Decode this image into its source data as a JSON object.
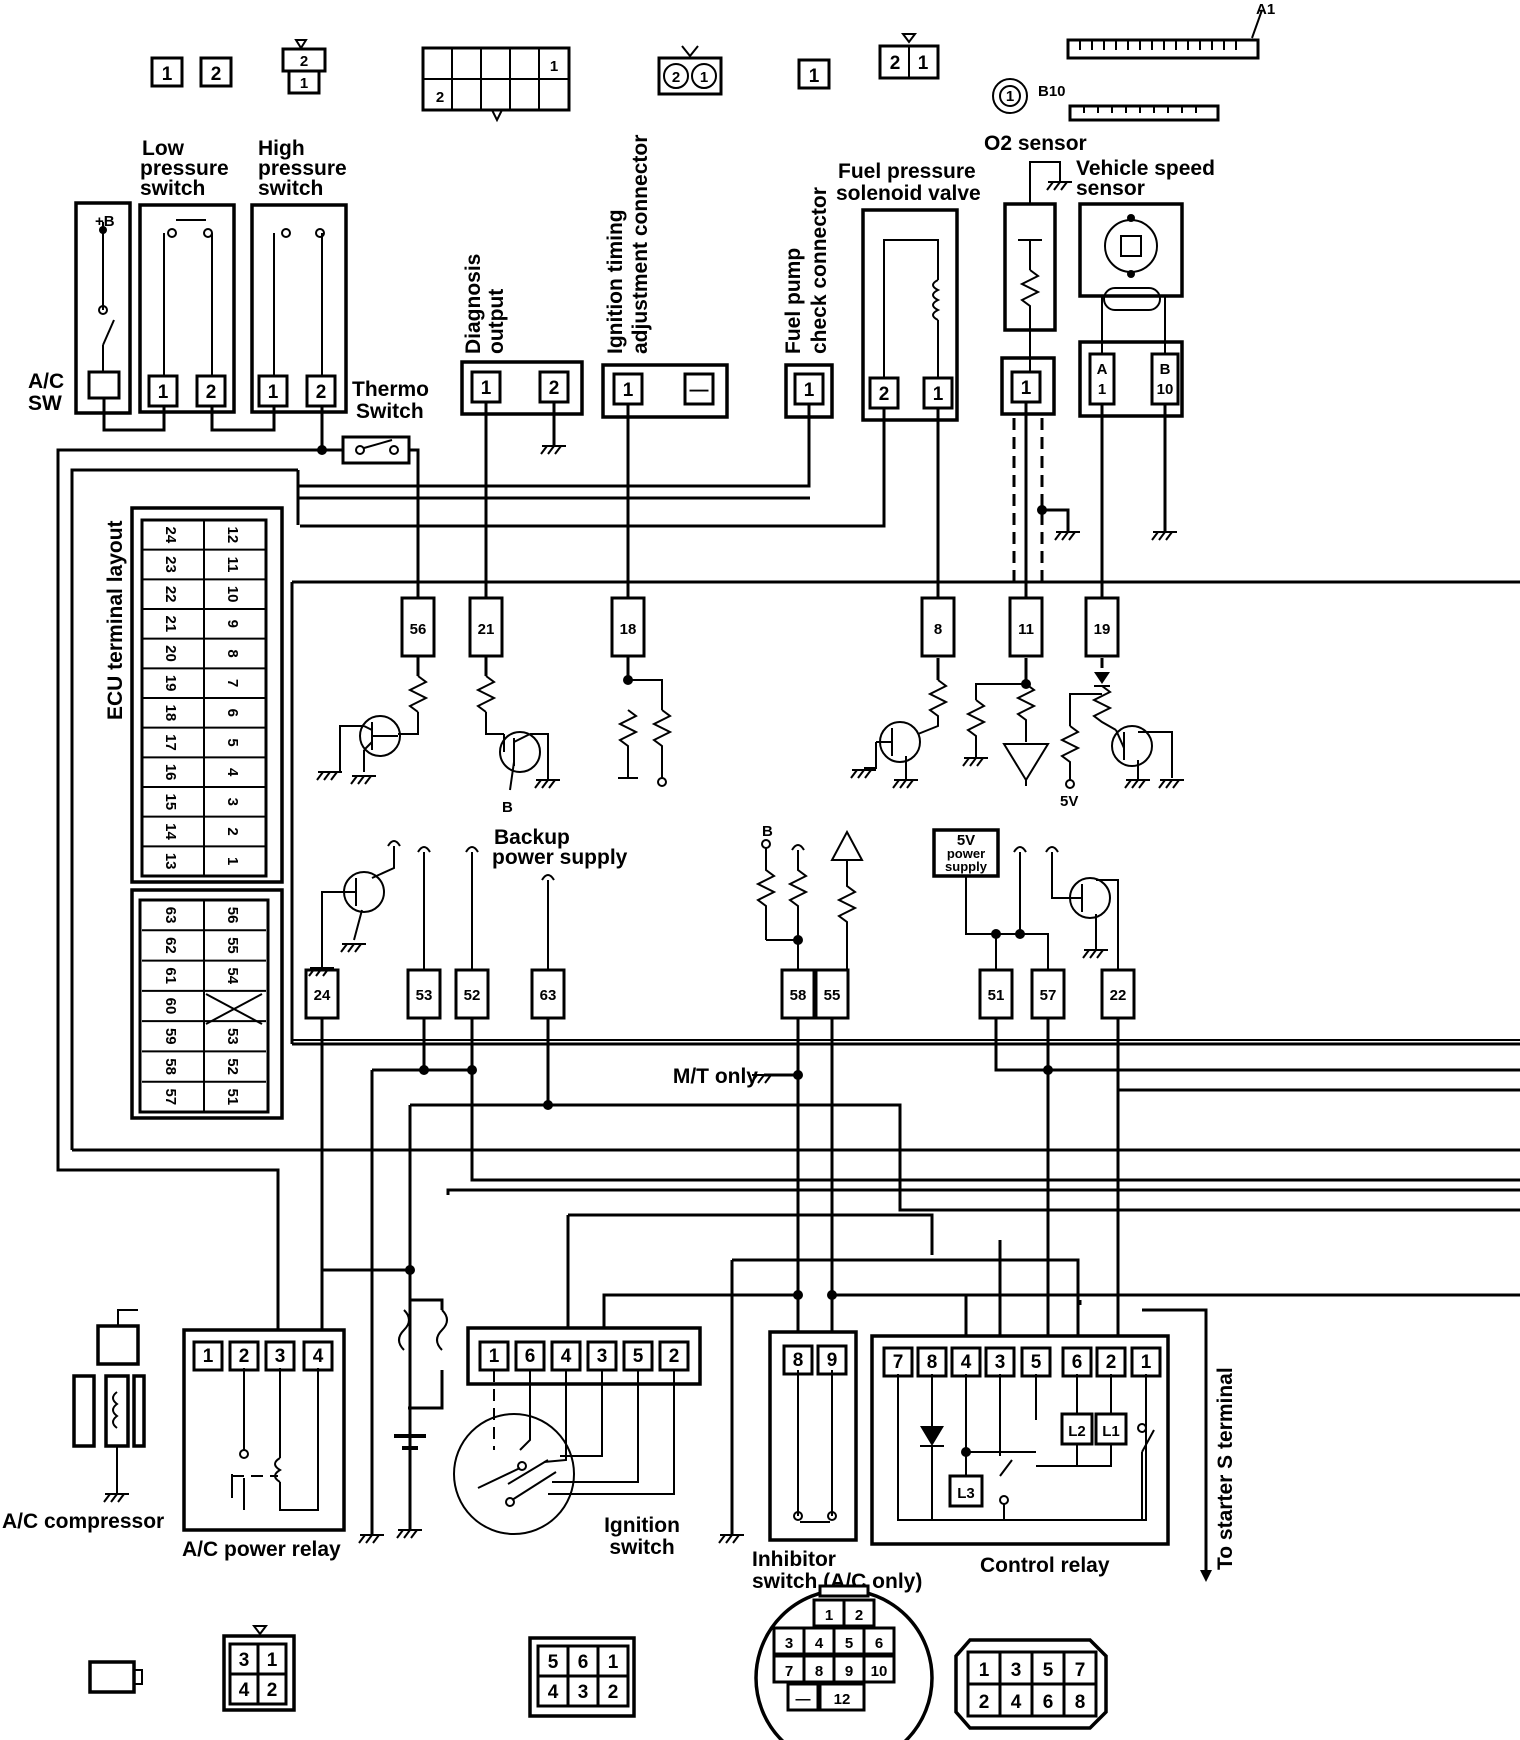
{
  "labels": {
    "a1": "A1",
    "b10": "B10",
    "o2_sensor": "O2 sensor",
    "vehicle_speed_sensor": [
      "Vehicle speed",
      "sensor"
    ],
    "fuel_pressure_solenoid": [
      "Fuel pressure",
      "solenoid valve"
    ],
    "fuel_pump_check": [
      "Fuel pump",
      "check connector"
    ],
    "ignition_timing": [
      "Ignition timing",
      "adjustment connector"
    ],
    "diagnosis_output": [
      "Diagnosis",
      "output"
    ],
    "low_pressure_switch": [
      "Low",
      "pressure",
      "switch"
    ],
    "high_pressure_switch": [
      "High",
      "pressure",
      "switch"
    ],
    "ac_sw": [
      "A/C",
      "SW"
    ],
    "thermo_switch": [
      "Thermo",
      "Switch"
    ],
    "ecu_terminal_layout": "ECU terminal layout",
    "backup_power_supply": [
      "Backup",
      "power supply"
    ],
    "mt_only": "M/T only",
    "five_v_power_supply": [
      "5V",
      "power",
      "supply"
    ],
    "five_v": "5V",
    "b_supply": "B",
    "plus_b": "+B",
    "ac_compressor": "A/C compressor",
    "ac_power_relay": "A/C power relay",
    "ignition_switch": [
      "Ignition",
      "switch"
    ],
    "inhibitor_switch": [
      "Inhibitor",
      "switch (A/C only)"
    ],
    "control_relay": "Control relay",
    "to_starter": "To starter S terminal",
    "l1": "L1",
    "l2": "L2",
    "l3": "L3"
  },
  "top_connectors": {
    "c1": "1",
    "c2": "2",
    "stack": [
      "2",
      "1"
    ],
    "big_left": "2",
    "big_right": "1",
    "round_pair": [
      "2",
      "1"
    ],
    "single": "1",
    "pair": [
      "2",
      "1"
    ],
    "o2_pin": "1"
  },
  "component_pins": {
    "ac_sw": "",
    "low_pressure": [
      "1",
      "2"
    ],
    "high_pressure": [
      "1",
      "2"
    ],
    "diagnosis": [
      "1",
      "2"
    ],
    "ignition_timing": [
      "1",
      "—"
    ],
    "fuel_pump": "1",
    "fuel_solenoid": [
      "2",
      "1"
    ],
    "o2": "1",
    "speed_sensor": [
      [
        "A",
        "1"
      ],
      [
        "B",
        "10"
      ]
    ]
  },
  "ecu_pins": {
    "row1": [
      "56",
      "21",
      "18",
      "8",
      "11",
      "19"
    ],
    "row2": [
      "24",
      "53",
      "52",
      "63",
      "58",
      "55",
      "51",
      "57",
      "22"
    ]
  },
  "ecu_layout_a": {
    "left": [
      "24",
      "23",
      "22",
      "21",
      "20",
      "19",
      "18",
      "17",
      "16",
      "15",
      "14",
      "13"
    ],
    "right": [
      "12",
      "11",
      "10",
      "9",
      "8",
      "7",
      "6",
      "5",
      "4",
      "3",
      "2",
      "1"
    ]
  },
  "ecu_layout_b": {
    "left": [
      "63",
      "62",
      "61",
      "60",
      "59",
      "58",
      "57"
    ],
    "right": [
      "56",
      "55",
      "54",
      "",
      "53",
      "52",
      "51"
    ]
  },
  "relay_pins": {
    "ac_power_relay": [
      "1",
      "2",
      "3",
      "4"
    ],
    "ignition_switch": [
      "1",
      "6",
      "4",
      "3",
      "5",
      "2"
    ],
    "inhibitor_switch": [
      "8",
      "9"
    ],
    "control_relay": [
      "7",
      "8",
      "4",
      "3",
      "5",
      "6",
      "2",
      "1"
    ]
  },
  "bottom_connectors": {
    "four_pin": [
      [
        "3",
        "1"
      ],
      [
        "4",
        "2"
      ]
    ],
    "six_pin": [
      [
        "5",
        "6",
        "1"
      ],
      [
        "4",
        "3",
        "2"
      ]
    ],
    "round": [
      [
        "1",
        "2"
      ],
      [
        "3",
        "4",
        "5",
        "6"
      ],
      [
        "7",
        "8",
        "9",
        "10"
      ],
      [
        "—",
        "12"
      ]
    ],
    "eight_pin": [
      [
        "1",
        "3",
        "5",
        "7"
      ],
      [
        "2",
        "4",
        "6",
        "8"
      ]
    ]
  }
}
